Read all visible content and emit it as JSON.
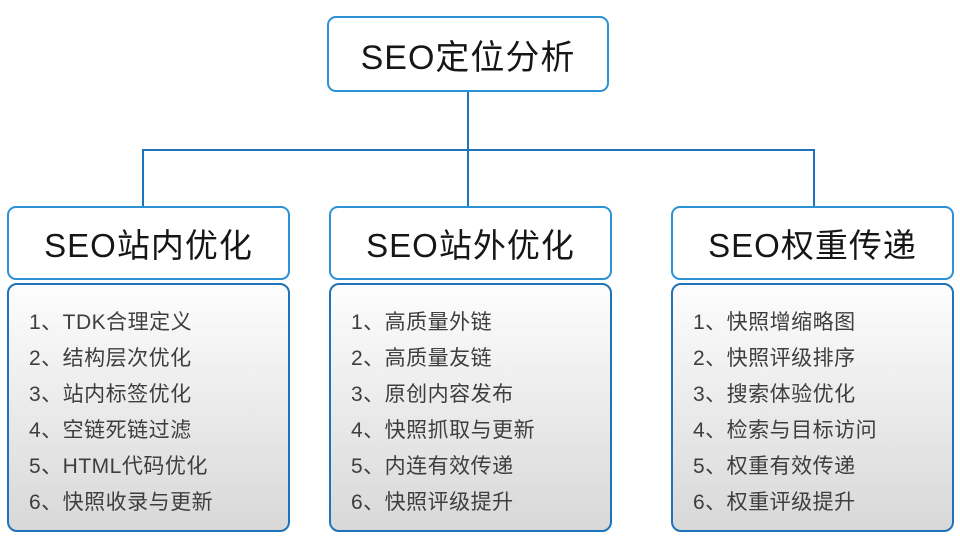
{
  "root": {
    "title": "SEO定位分析"
  },
  "columns": [
    {
      "title": "SEO站内优化",
      "items": [
        "1、TDK合理定义",
        "2、结构层次优化",
        "3、站内标签优化",
        "4、空链死链过滤",
        "5、HTML代码优化",
        "6、快照收录与更新"
      ]
    },
    {
      "title": "SEO站外优化",
      "items": [
        "1、高质量外链",
        "2、高质量友链",
        "3、原创内容发布",
        "4、快照抓取与更新",
        "5、内连有效传递",
        "6、快照评级提升"
      ]
    },
    {
      "title": "SEO权重传递",
      "items": [
        "1、快照增缩略图",
        "2、快照评级排序",
        "3、搜索体验优化",
        "4、检索与目标访问",
        "5、权重有效传递",
        "6、权重评级提升"
      ]
    }
  ],
  "colors": {
    "box_border": "#2b93d5",
    "line": "#1e73b9",
    "panel_border": "#1e73b9",
    "panel_top": "#fdfdfd",
    "panel_bottom": "#d8d8d8",
    "header_text": "#161616",
    "item_text": "#3e3e3e"
  }
}
